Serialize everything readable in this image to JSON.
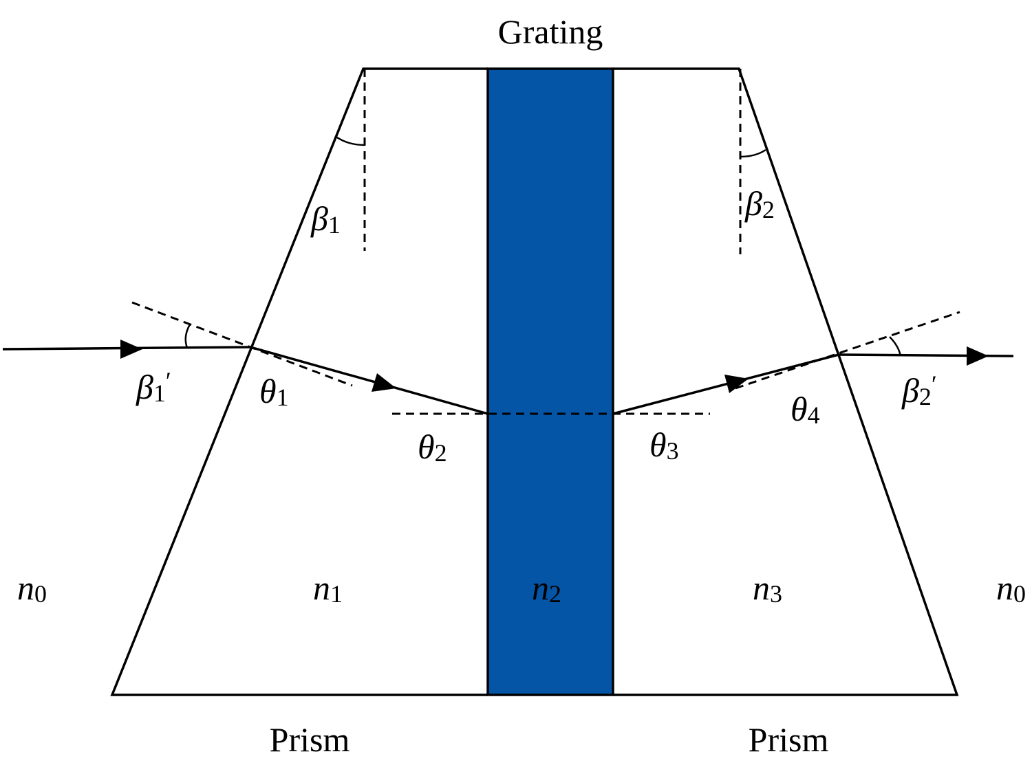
{
  "labels": {
    "grating": "Grating",
    "prism_left": "Prism",
    "prism_right": "Prism"
  },
  "media": [
    {
      "symbol": "n",
      "sub": "0"
    },
    {
      "symbol": "n",
      "sub": "1"
    },
    {
      "symbol": "n",
      "sub": "2"
    },
    {
      "symbol": "n",
      "sub": "3"
    },
    {
      "symbol": "n",
      "sub": "0"
    }
  ],
  "angles": {
    "beta1": {
      "symbol": "β",
      "sub": "1"
    },
    "beta2": {
      "symbol": "β",
      "sub": "2"
    },
    "beta1_prime": {
      "symbol": "β",
      "sub": "1",
      "prime": "′"
    },
    "beta2_prime": {
      "symbol": "β",
      "sub": "2",
      "prime": "′"
    },
    "theta1": {
      "symbol": "θ",
      "sub": "1"
    },
    "theta2": {
      "symbol": "θ",
      "sub": "2"
    },
    "theta3": {
      "symbol": "θ",
      "sub": "3"
    },
    "theta4": {
      "symbol": "θ",
      "sub": "4"
    }
  },
  "colors": {
    "grating_fill": "#0455A6",
    "line": "#000000"
  }
}
